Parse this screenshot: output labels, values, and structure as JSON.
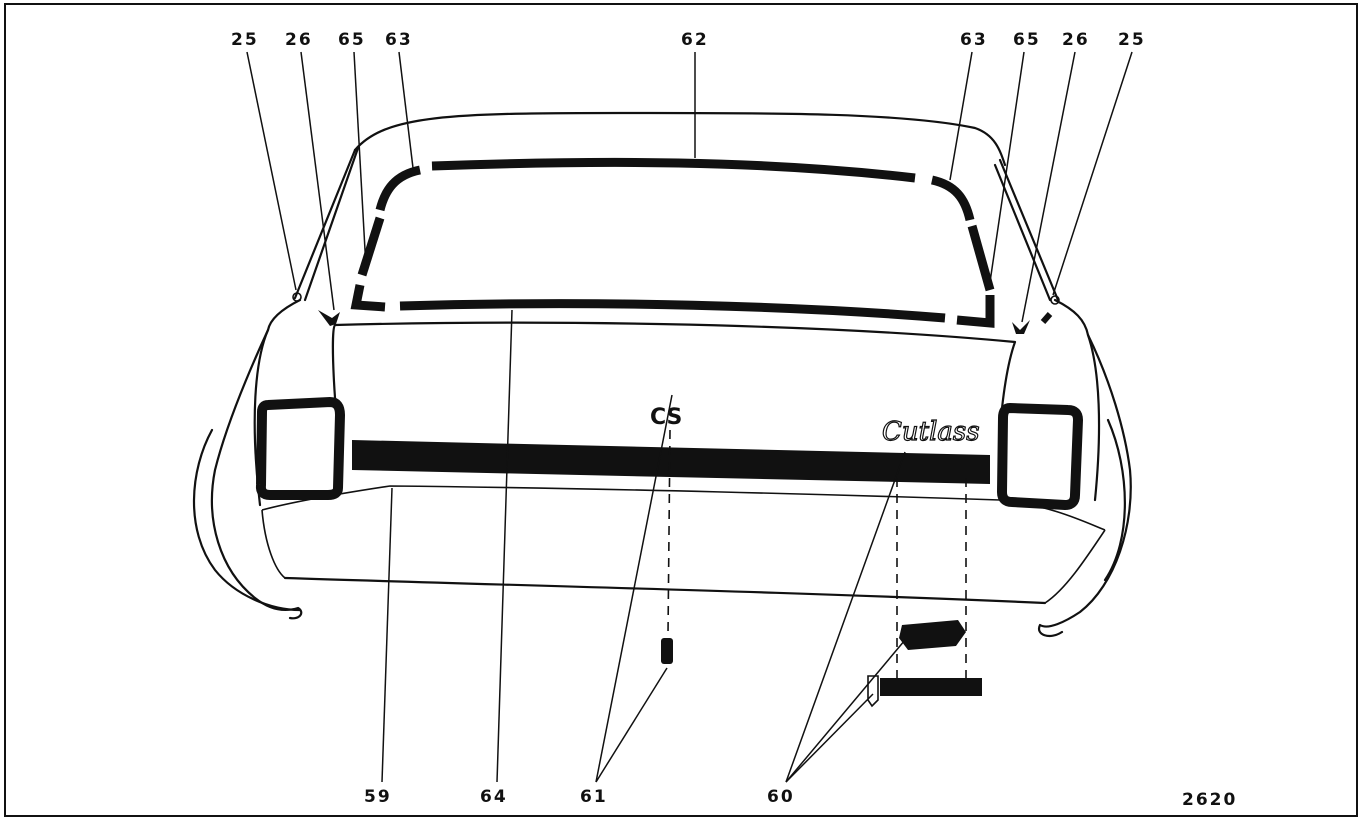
{
  "figure_number": "2620",
  "emblem_text": "CS",
  "script_nameplate": "Cutlass",
  "callouts": {
    "top_left_25": "25",
    "top_left_26": "26",
    "top_left_65": "65",
    "top_left_63": "63",
    "top_center_62": "62",
    "top_right_63": "63",
    "top_right_65": "65",
    "top_right_26": "26",
    "top_right_25": "25",
    "bottom_59": "59",
    "bottom_64": "64",
    "bottom_61": "61",
    "bottom_60": "60"
  },
  "colors": {
    "line": "#111111",
    "background": "#ffffff"
  }
}
